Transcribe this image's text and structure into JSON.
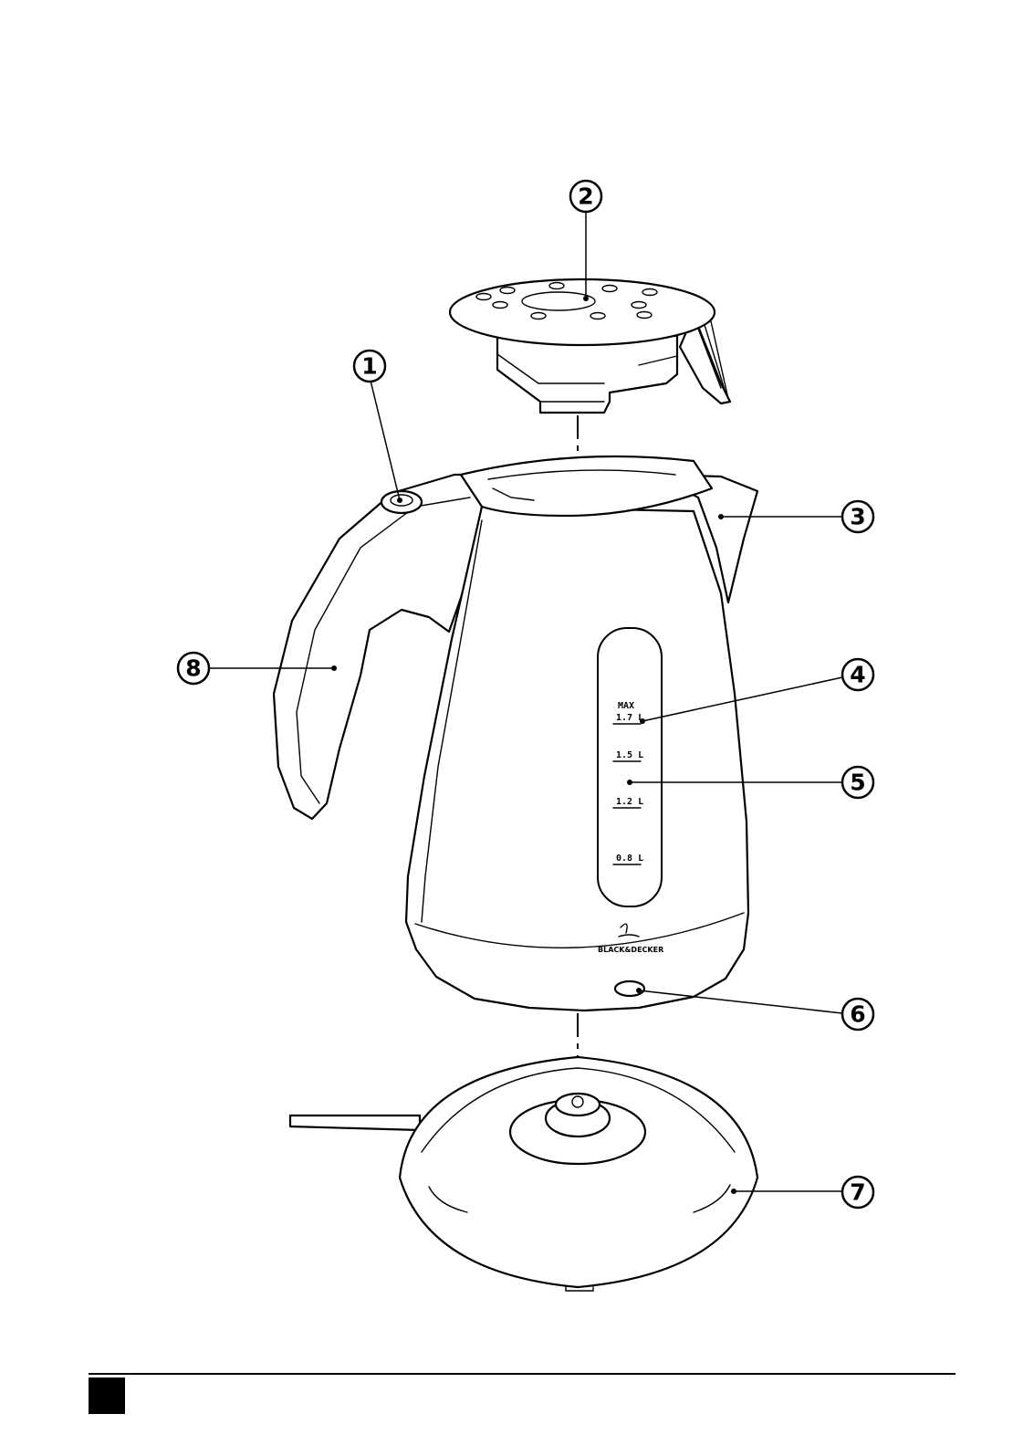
{
  "diagram": {
    "callouts": [
      "1",
      "2",
      "3",
      "4",
      "5",
      "6",
      "7",
      "8"
    ],
    "scale_labels": {
      "max": "MAX",
      "l17": "1.7 L",
      "l15": "1.5 L",
      "l12": "1.2 L",
      "l08": "0.8 L"
    },
    "brand": "BLACK&DECKER"
  }
}
